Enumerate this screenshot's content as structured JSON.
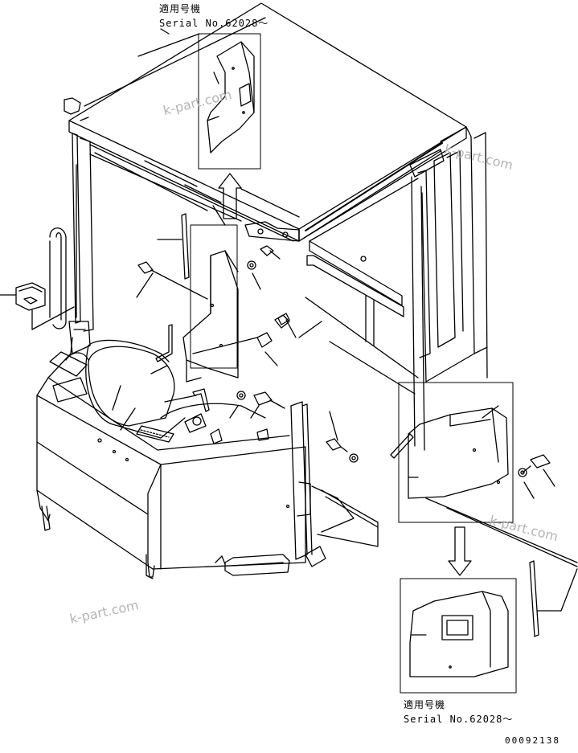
{
  "notes": {
    "top_applicable": "適用号機",
    "top_serial": "Serial No.62028～",
    "bottom_applicable": "適用号機",
    "bottom_serial": "Serial No.62028～"
  },
  "drawing_number": "00092138",
  "watermarks": [
    "k-part.com",
    "k-part.com",
    "k-part.com",
    "k-part.com"
  ],
  "colors": {
    "line": "#000000",
    "watermark": "#b4b4b4",
    "background": "#ffffff"
  }
}
